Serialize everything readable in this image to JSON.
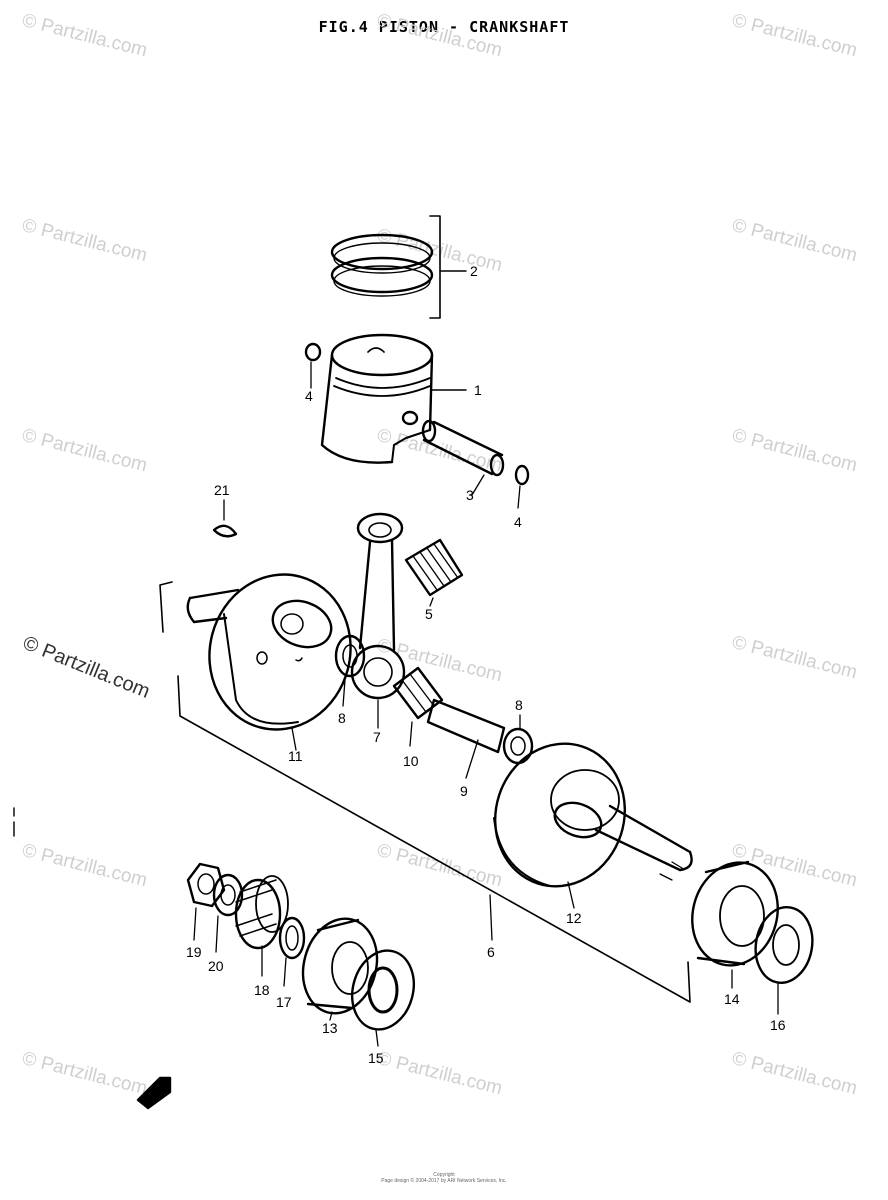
{
  "figure": {
    "title": "FIG.4   PISTON - CRANKSHAFT"
  },
  "watermark": {
    "text": "© Partzilla.com"
  },
  "callouts": [
    "2",
    "1",
    "4",
    "3",
    "4",
    "21",
    "5",
    "8",
    "7",
    "10",
    "8",
    "11",
    "9",
    "12",
    "6",
    "19",
    "20",
    "18",
    "17",
    "13",
    "15",
    "14",
    "16"
  ],
  "footer": {
    "line1": "Copyright",
    "line2": "Page design © 2004-2017 by ARI Network Services, Inc."
  },
  "colors": {
    "ink": "#000000",
    "watermark": "#cfcfcf"
  }
}
